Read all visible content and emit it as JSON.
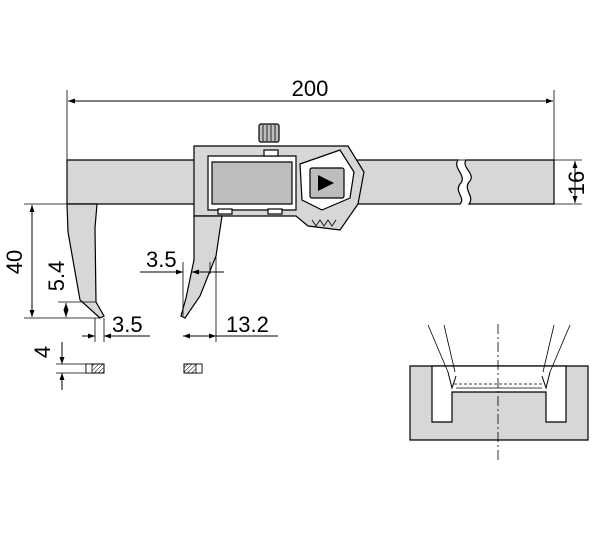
{
  "dimensions": {
    "overall_length": "200",
    "beam_height": "16",
    "jaw_length": "40",
    "tip_length": "5.4",
    "tip_width_left": "3.5",
    "tip_width_right": "3.5",
    "jaw_span": "13.2",
    "tip_thickness": "4"
  },
  "display": {
    "button_icon": "play-triangle-icon"
  }
}
